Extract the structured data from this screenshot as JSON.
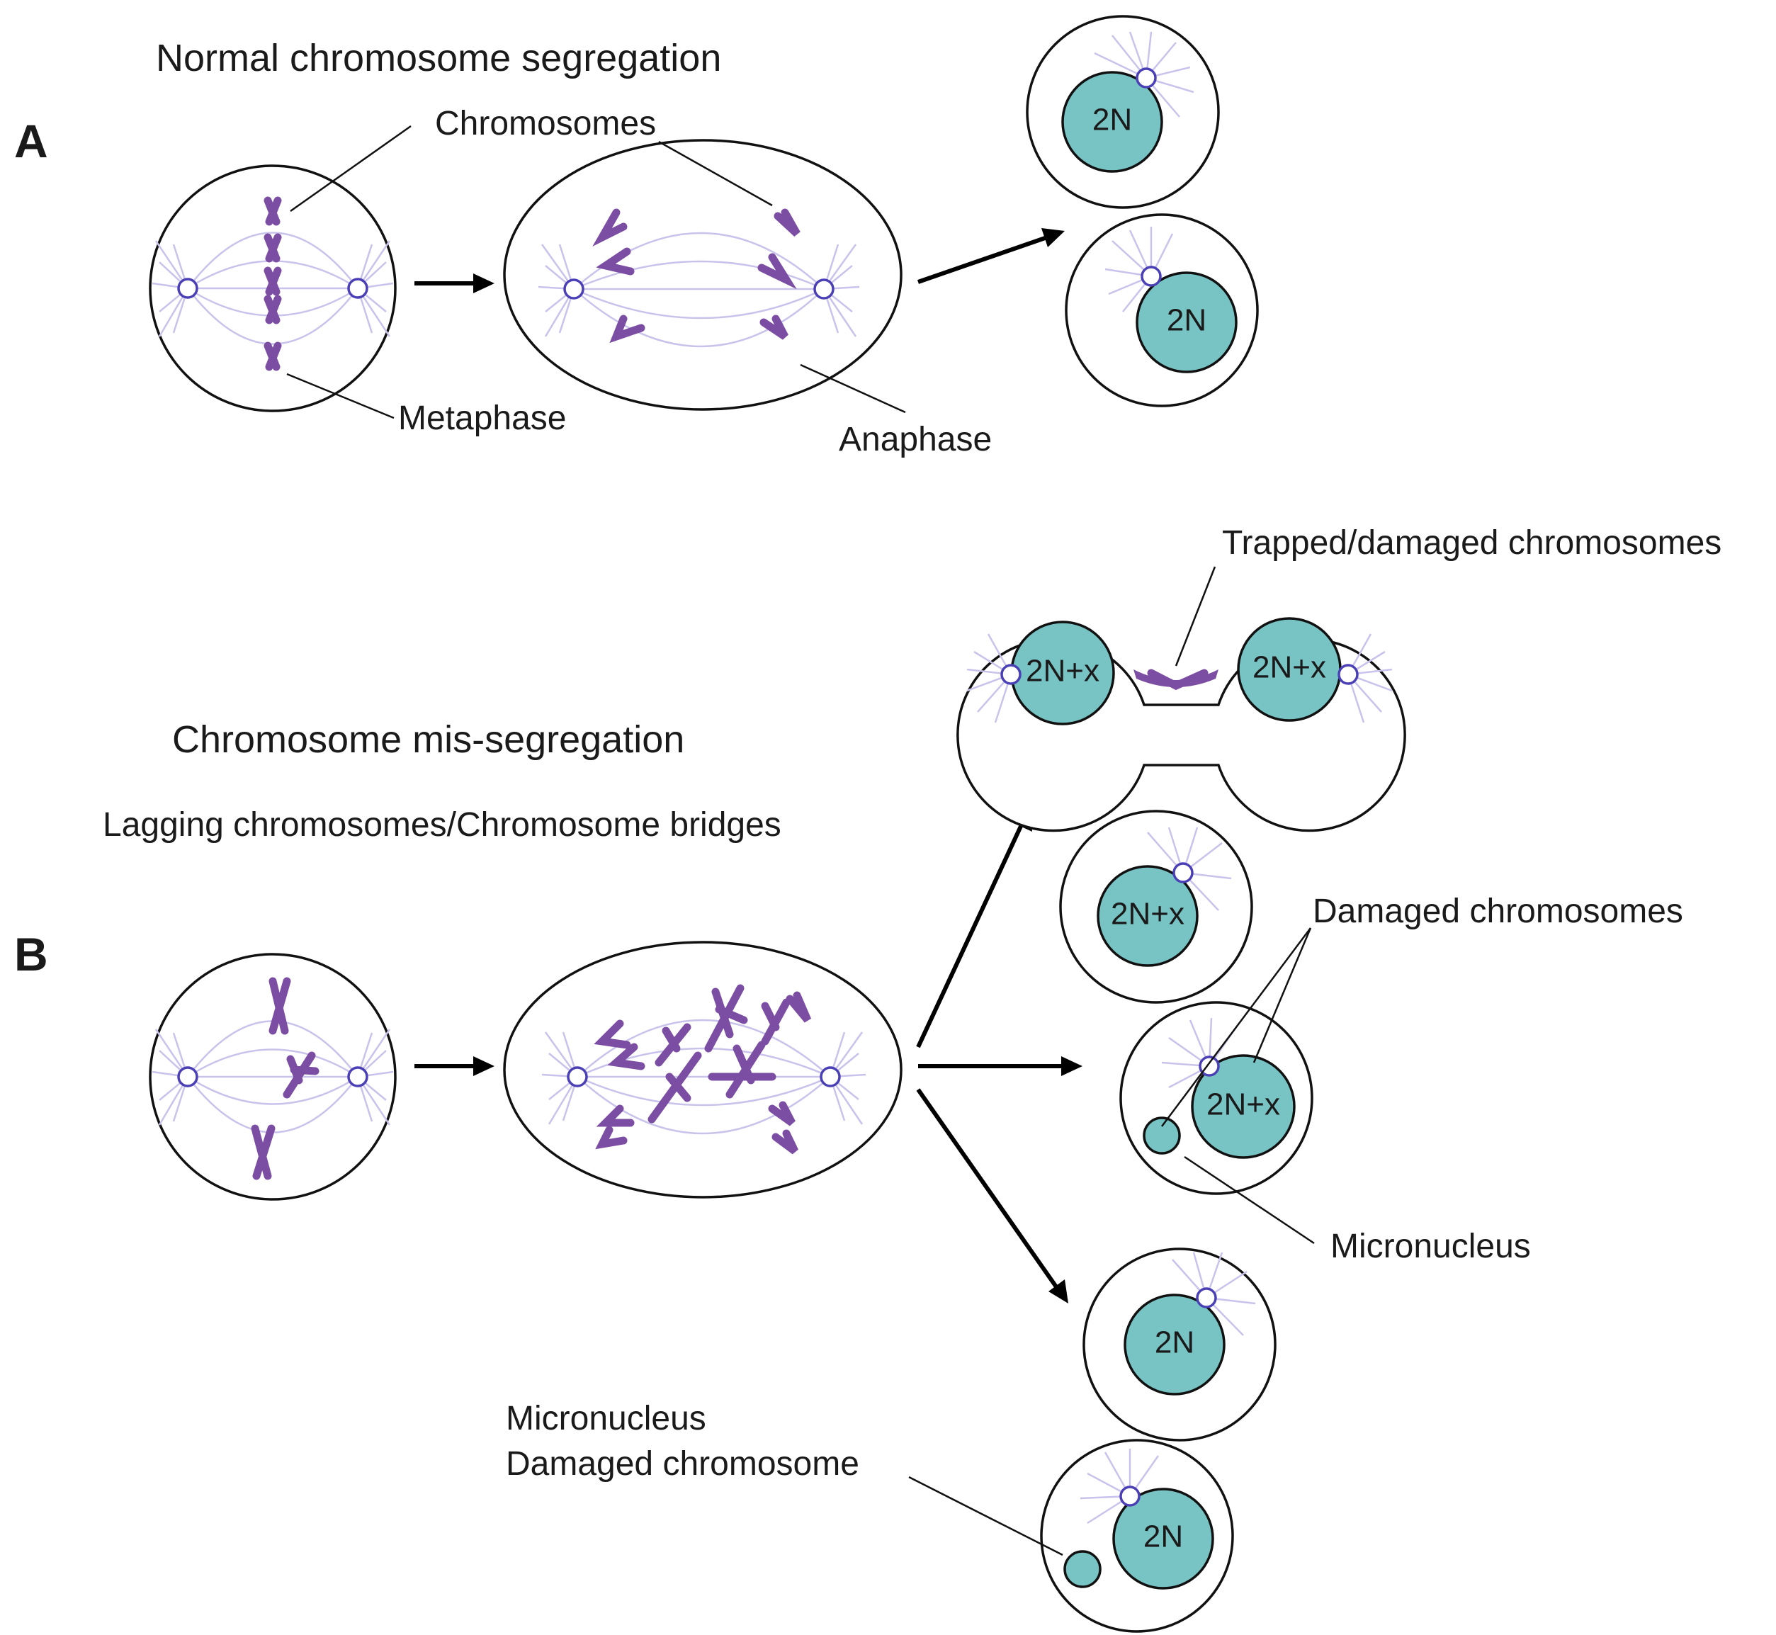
{
  "panel_a": {
    "letter": "A",
    "title": "Normal chromosome segregation",
    "labels": {
      "chromosomes": "Chromosomes",
      "metaphase": "Metaphase",
      "anaphase": "Anaphase"
    },
    "daughter_top": "2N",
    "daughter_bottom": "2N"
  },
  "panel_b": {
    "letter": "B",
    "title": "Chromosome mis-segregation",
    "subtitle": "Lagging chromosomes/Chromosome bridges",
    "labels": {
      "trapped": "Trapped/damaged chromosomes",
      "damaged": "Damaged chromosomes",
      "micronucleus": "Micronucleus",
      "micronucleus2_line1": "Micronucleus",
      "micronucleus2_line2": "Damaged chromosome"
    },
    "outcomes": {
      "bridge_left": "2N+x",
      "bridge_right": "2N+x",
      "cell1": "2N+x",
      "cell2": "2N+x",
      "cell3": "2N",
      "cell4": "2N"
    }
  },
  "colors": {
    "nucleus": "#78c3c4",
    "chromosome": "#7b4ea3",
    "spindle": "#c9c3ec",
    "centrosome": "#4a3fb5"
  }
}
